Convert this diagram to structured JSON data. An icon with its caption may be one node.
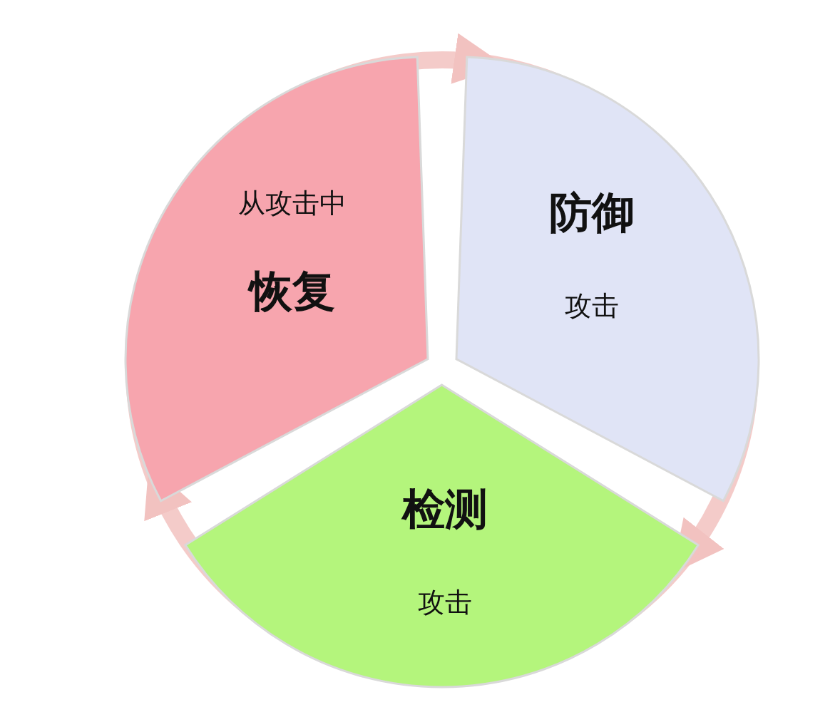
{
  "diagram": {
    "nodes": [
      {
        "text": [
          "从攻击中",
          "恢复"
        ]
      },
      {
        "text": [
          "防御",
          "攻击"
        ]
      },
      {
        "text": [
          "检测",
          "攻击"
        ]
      }
    ],
    "edges": [
      {
        "from": 0,
        "to": 1,
        "arrow": "to"
      },
      {
        "from": 1,
        "to": 2,
        "arrow": "to"
      },
      {
        "from": 2,
        "to": 0,
        "arrow": "to"
      }
    ]
  }
}
